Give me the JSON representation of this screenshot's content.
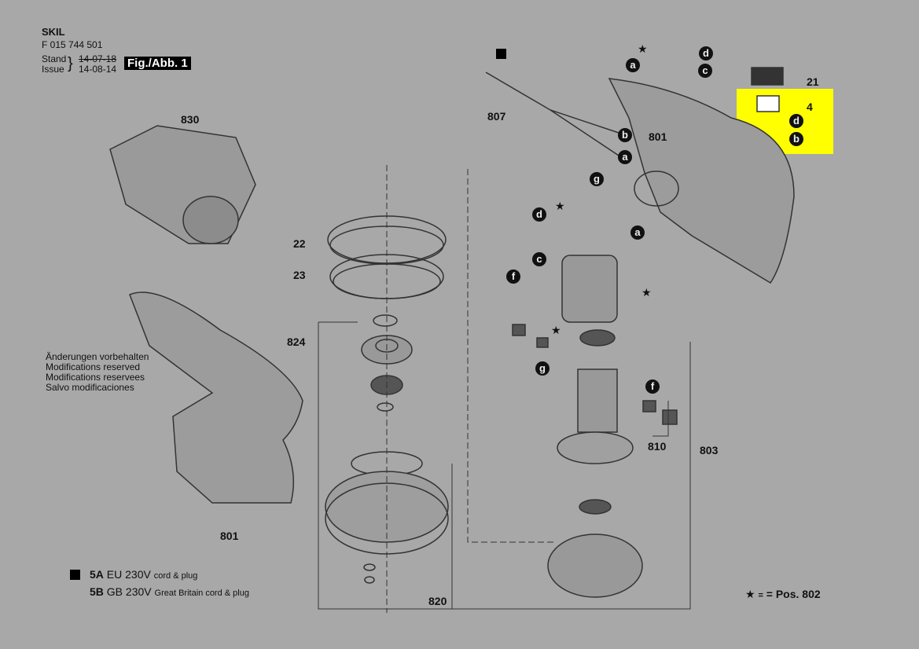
{
  "header": {
    "brand": "SKIL",
    "part_number": "F 015 744 501",
    "stand_label": "Stand",
    "issue_label": "Issue",
    "stand_date": "14-07-18",
    "issue_date": "14-08-14",
    "figure": "Fig./Abb. 1"
  },
  "notes": [
    "Änderungen vorbehalten",
    "Modifications reserved",
    "Modifications reservees",
    "Salvo modificaciones"
  ],
  "legend": [
    {
      "code": "5A",
      "voltage": "EU 230V",
      "desc": "cord & plug"
    },
    {
      "code": "5B",
      "voltage": "GB 230V",
      "desc": "Great Britain cord & plug"
    }
  ],
  "star_note": {
    "symbol": "★",
    "text": "= Pos. 802"
  },
  "part_labels": {
    "p830": "830",
    "p22": "22",
    "p23": "23",
    "p824": "824",
    "p801a": "801",
    "p820": "820",
    "p807": "807",
    "p801b": "801",
    "p21": "21",
    "p4": "4",
    "p803": "803",
    "p810": "810"
  },
  "markers": [
    "a",
    "d",
    "c",
    "b",
    "a",
    "d",
    "b",
    "g",
    "d",
    "a",
    "c",
    "f",
    "g",
    "f"
  ],
  "highlight_color": "#ffff00"
}
